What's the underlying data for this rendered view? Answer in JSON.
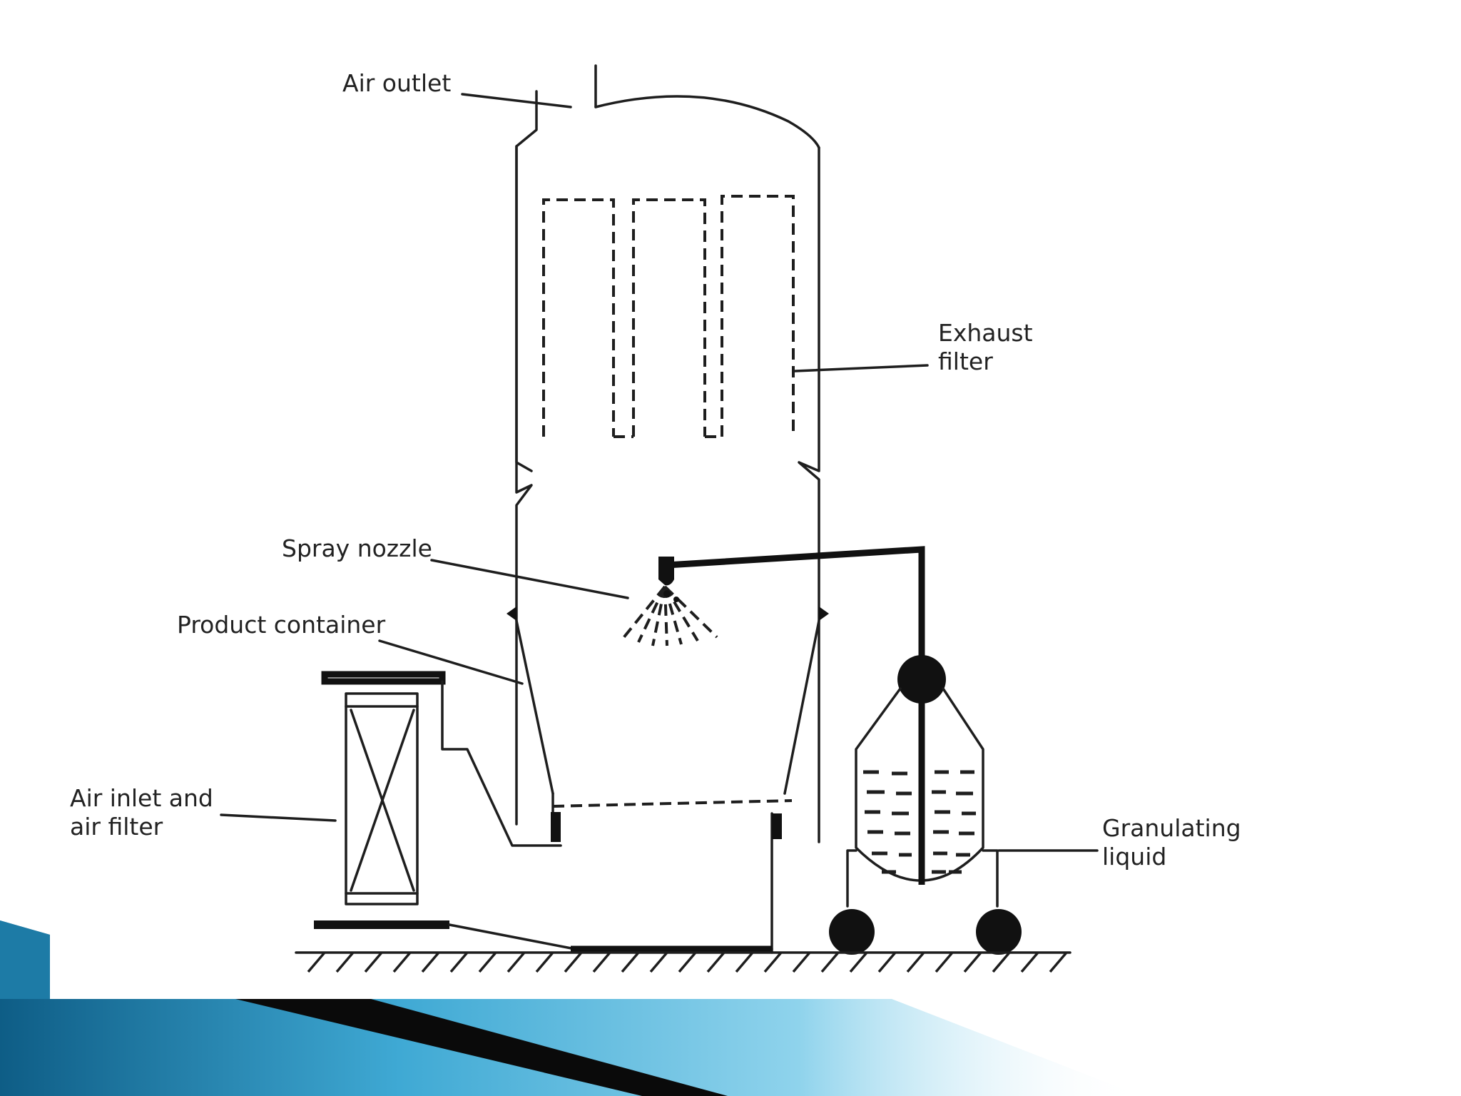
{
  "diagram": {
    "labels": {
      "air_outlet": "Air outlet",
      "exhaust_filter_line1": "Exhaust",
      "exhaust_filter_line2": "filter",
      "spray_nozzle": "Spray nozzle",
      "product_container": "Product container",
      "air_inlet_line1": "Air inlet and",
      "air_inlet_line2": "air filter",
      "granulating_line1": "Granulating",
      "granulating_line2": "liquid"
    }
  },
  "theme": {
    "line_color": "#1e1e1e",
    "background": "#ffffff",
    "accent_blue": "#3fa9d4",
    "accent_dark": "#0a0a0a"
  }
}
